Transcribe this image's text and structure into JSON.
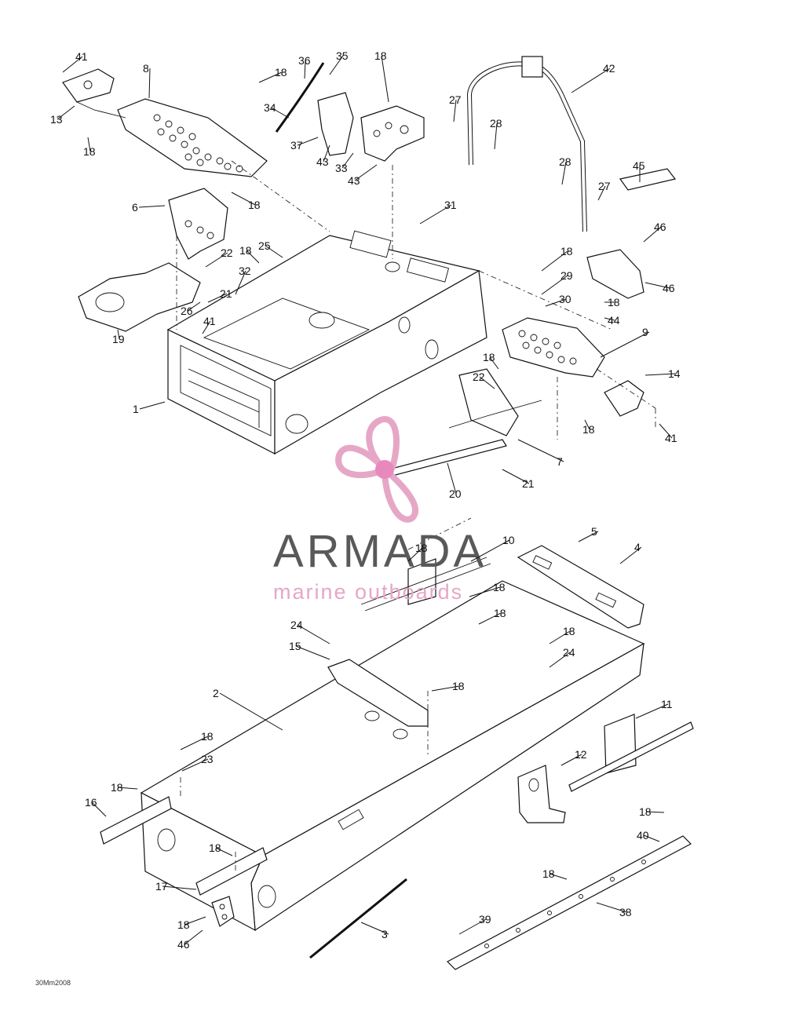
{
  "watermark": {
    "title": "ARMADA",
    "subtitle": "marine outboards",
    "colors": {
      "propeller": "#e6a7c6",
      "hub": "#e889bd",
      "title": "#595959"
    }
  },
  "drawing_code": "30Mm2008",
  "callouts": [
    "41",
    "8",
    "36",
    "35",
    "18",
    "42",
    "13",
    "18",
    "34",
    "27",
    "28",
    "37",
    "18",
    "43",
    "33",
    "43",
    "45",
    "28",
    "27",
    "6",
    "18",
    "31",
    "46",
    "18",
    "25",
    "22",
    "18",
    "29",
    "32",
    "46",
    "21",
    "26",
    "30",
    "18",
    "44",
    "41",
    "19",
    "9",
    "18",
    "14",
    "1",
    "22",
    "18",
    "41",
    "7",
    "21",
    "20",
    "5",
    "10",
    "18",
    "4",
    "18",
    "24",
    "18",
    "18",
    "24",
    "15",
    "18",
    "2",
    "11",
    "18",
    "23",
    "12",
    "18",
    "16",
    "18",
    "18",
    "40",
    "18",
    "17",
    "18",
    "38",
    "39",
    "3",
    "46"
  ]
}
